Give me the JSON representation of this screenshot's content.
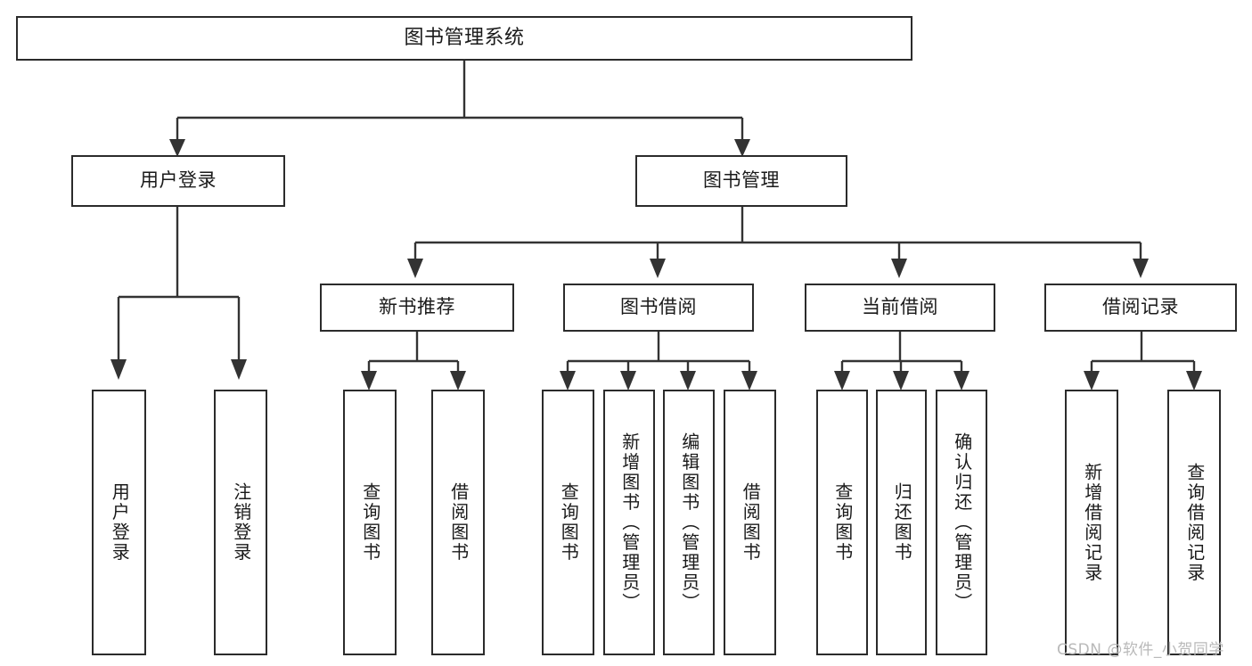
{
  "diagram": {
    "type": "tree-hierarchy",
    "orientation": "top-down",
    "title": "图书管理系统",
    "colors": {
      "box_border": "#2b2b2b",
      "box_fill": "#ffffff",
      "connector": "#333333",
      "text": "#1a1a1a",
      "watermark": "#b9b9b9",
      "canvas": "#ffffff"
    }
  },
  "watermark": {
    "text": "CSDN @软件_小贺同学"
  },
  "nodes": {
    "root": {
      "label": "图书管理系统"
    },
    "level2": [
      {
        "id": "user-login",
        "label": "用户登录"
      },
      {
        "id": "book-manage",
        "label": "图书管理"
      }
    ],
    "level3": [
      {
        "id": "new-book-recommend",
        "label": "新书推荐"
      },
      {
        "id": "book-borrow",
        "label": "图书借阅"
      },
      {
        "id": "current-borrow",
        "label": "当前借阅"
      },
      {
        "id": "borrow-record",
        "label": "借阅记录"
      }
    ],
    "leaves": {
      "user-login": [
        {
          "id": "leaf-user-login",
          "label": "用户登录"
        },
        {
          "id": "leaf-logout-login",
          "label": "注销登录"
        }
      ],
      "new-book-recommend": [
        {
          "id": "leaf-query-book-1",
          "label": "查询图书"
        },
        {
          "id": "leaf-borrow-book-1",
          "label": "借阅图书"
        }
      ],
      "book-borrow": [
        {
          "id": "leaf-query-book-2",
          "label": "查询图书"
        },
        {
          "id": "leaf-add-book-admin",
          "label": "新增图书（管理员）"
        },
        {
          "id": "leaf-edit-book-admin",
          "label": "编辑图书（管理员）"
        },
        {
          "id": "leaf-borrow-book-2",
          "label": "借阅图书"
        }
      ],
      "current-borrow": [
        {
          "id": "leaf-query-book-3",
          "label": "查询图书"
        },
        {
          "id": "leaf-return-book",
          "label": "归还图书"
        },
        {
          "id": "leaf-confirm-return-admin",
          "label": "确认归还（管理员）"
        }
      ],
      "borrow-record": [
        {
          "id": "leaf-add-borrow-record",
          "label": "新增借阅记录"
        },
        {
          "id": "leaf-query-borrow-record",
          "label": "查询借阅记录"
        }
      ]
    }
  }
}
